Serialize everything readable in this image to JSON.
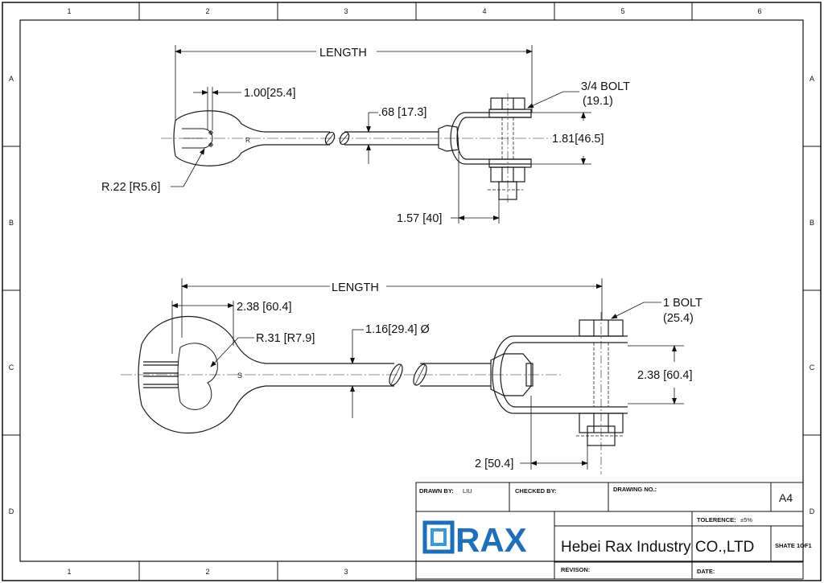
{
  "sheet_grid": {
    "columns_top": [
      "1",
      "2",
      "3",
      "4",
      "5",
      "6"
    ],
    "columns_bottom": [
      "1",
      "2",
      "3"
    ],
    "rows": [
      "A",
      "B",
      "C",
      "D"
    ]
  },
  "upper_view": {
    "length_label": "LENGTH",
    "eye_dim": "1.00[25.4]",
    "radius_dim": "R.22 [R5.6]",
    "rod_dim": ".68 [17.3]",
    "bolt_label_line1": "3/4 BOLT",
    "bolt_label_line2": "(19.1)",
    "clevis_width_dim": "1.81[46.5]",
    "offset_dim": "1.57 [40]",
    "mark": "R"
  },
  "lower_view": {
    "length_label": "LENGTH",
    "eye_dim": "2.38 [60.4]",
    "radius_dim": "R.31 [R7.9]",
    "rod_dim": "1.16[29.4] Ø",
    "bolt_label_line1": "1 BOLT",
    "bolt_label_line2": "(25.4)",
    "clevis_width_dim": "2.38 [60.4]",
    "offset_dim": "2 [50.4]",
    "mark": "S"
  },
  "title_block": {
    "drawn_by_label": "DRAWN BY:",
    "drawn_by_value": "LIU",
    "checked_by_label": "CHECKED BY:",
    "drawing_no_label": "DRAWING NO.:",
    "size": "A4",
    "tolerance_label": "TOLERENCE:",
    "tolerance_value": "±5%",
    "logo_text": "RAX",
    "company": "Hebei Rax Industry CO.,LTD",
    "sheet": "SHATE 1OF1",
    "revision_label": "REVISON:",
    "date_label": "DATE:"
  },
  "colors": {
    "line": "#1a1a1a",
    "logo_blue": "#1f6fb8",
    "logo_light": "#3a9ad9"
  }
}
